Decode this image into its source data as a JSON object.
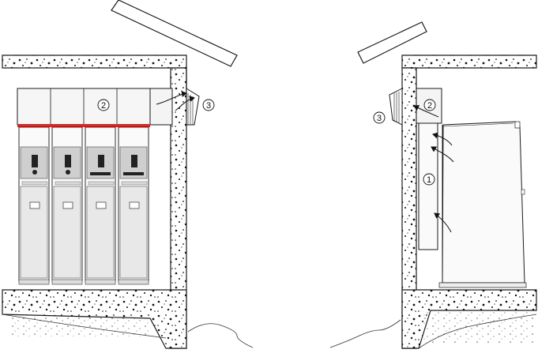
{
  "callouts": {
    "c1": "1",
    "c2": "2",
    "c3": "3"
  },
  "colors": {
    "line": "#1a1a1a",
    "concrete_fill": "#ffffff",
    "speckle": "#111111",
    "panel_fill": "#e8e8e8",
    "panel_dark": "#b9b9b9",
    "red_band": "#d42a2a",
    "mechanism_fill": "#cfcfcf"
  }
}
